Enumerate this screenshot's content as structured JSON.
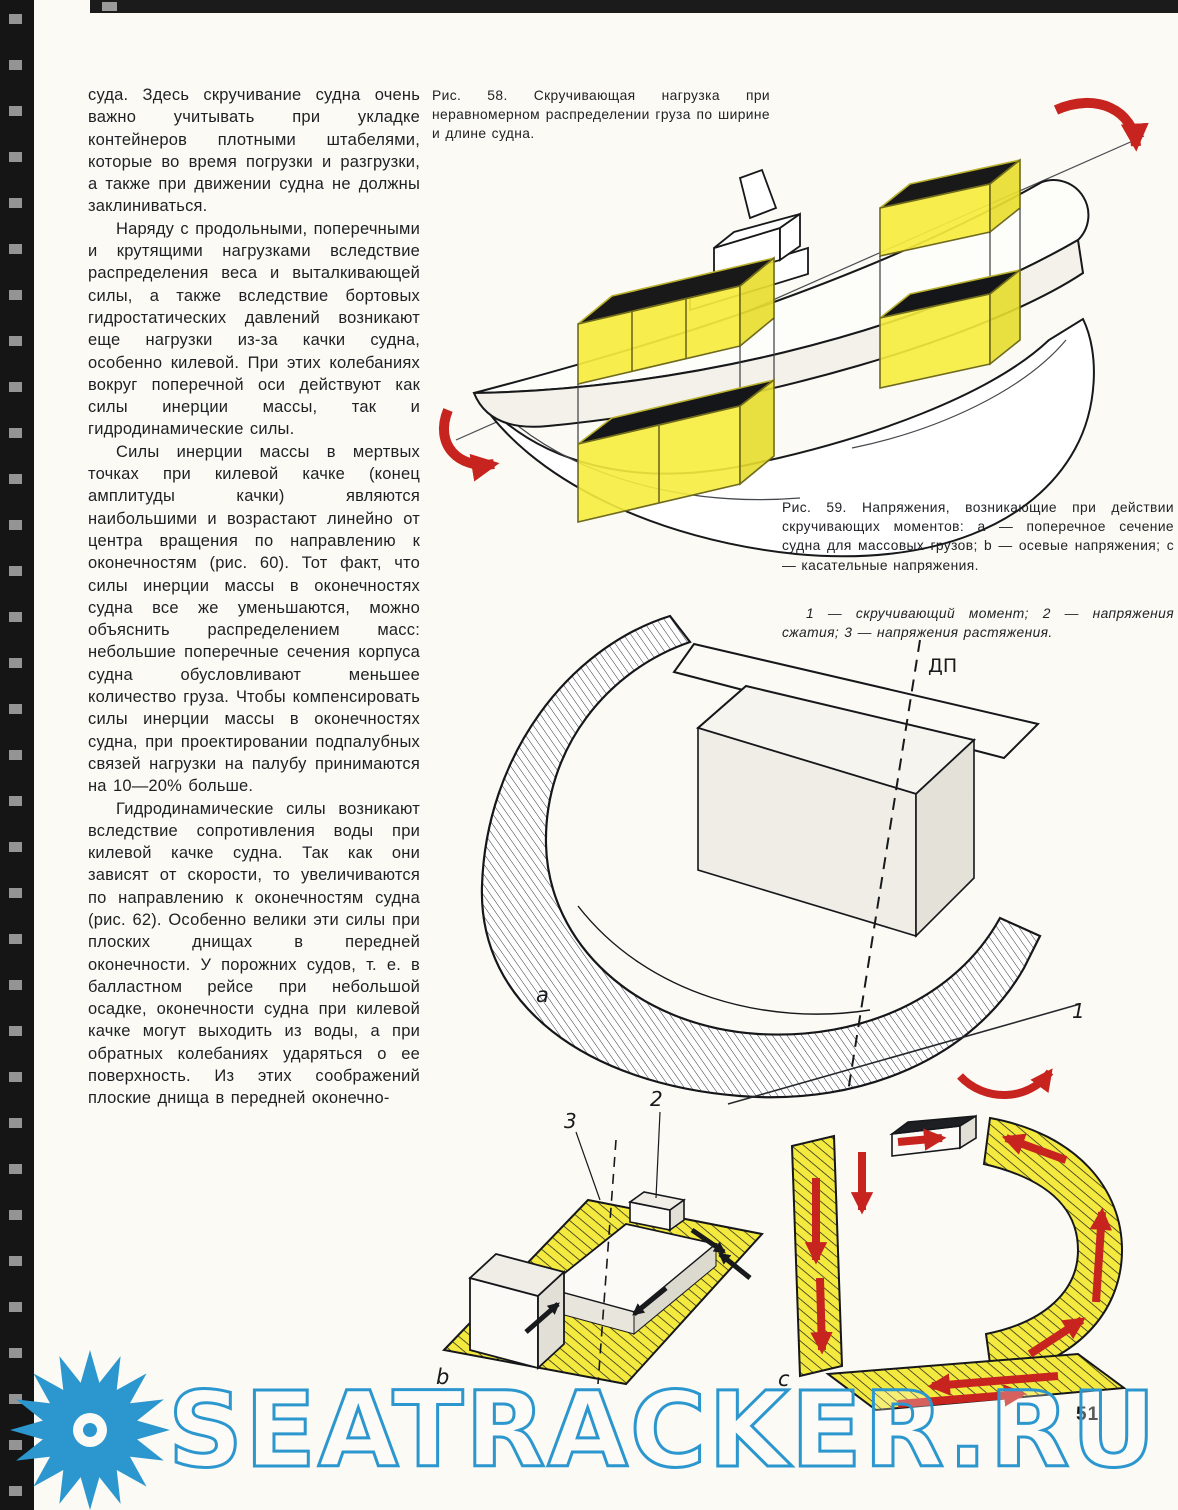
{
  "page": {
    "number": "51",
    "watermark": "SEATRACKER.RU",
    "accent_colors": {
      "highlight_yellow": "#f4e93d",
      "arrow_red": "#c8241f",
      "watermark_blue": "#2c97cf",
      "ink": "#1e2023"
    }
  },
  "article": {
    "paragraphs": [
      "суда. Здесь скручивание судна очень важно учитывать при укладке контейнеров плотными штабелями, которые во время погрузки и разгрузки, а также при движении судна не должны заклиниваться.",
      "Наряду с продольными, поперечными и крутящими нагрузками вследствие распределения веса и выталкивающей силы, а также вследствие бортовых гидростатических давлений возникают еще нагрузки из-за качки судна, особенно килевой. При этих колебаниях вокруг поперечной оси действуют как силы инерции массы, так и гидродинамические силы.",
      "Силы инерции массы в мертвых точках при килевой качке (конец амплитуды качки) являются наибольшими и возрастают линейно от центра вращения по направлению к оконечностям (рис. 60). Тот факт, что силы инерции массы в оконечностях судна все же уменьшаются, можно объяснить распределением масс: небольшие поперечные сечения корпуса судна обусловливают меньшее количество груза. Чтобы компенсировать силы инерции массы в оконечностях судна, при проектировании подпалубных связей нагрузки на палубу принимаются на 10—20% больше.",
      "Гидродинамические силы возникают вследствие сопротивления воды при килевой качке судна. Так как они зависят от скорости, то увеличиваются по направлению к оконечностям судна (рис. 62). Особенно велики эти силы при плоских днищах в передней оконечности. У порожних судов, т. е. в балластном рейсе при небольшой осадке, оконечности судна при килевой качке могут выходить из воды, а при обратных колебаниях ударяться о ее поверхность. Из этих соображений плоские днища в передней оконечно-"
    ]
  },
  "figures": {
    "fig58": {
      "caption": "Рис. 58. Скручивающая нагрузка при неравномерном распределении груза по ширине и длине судна."
    },
    "fig59": {
      "caption": "Рис. 59. Напряжения, возникающие при действии скручивающих моментов: a — поперечное сечение судна для массовых грузов; b — осевые напряжения; c — касательные напряжения.",
      "legend": "1 — скручивающий момент; 2 — напряжения сжатия; 3 — напряжения растяжения.",
      "labels": {
        "dp": "ДП",
        "a": "a",
        "b": "b",
        "c": "c",
        "n1": "1",
        "n2": "2",
        "n3": "3"
      }
    }
  }
}
